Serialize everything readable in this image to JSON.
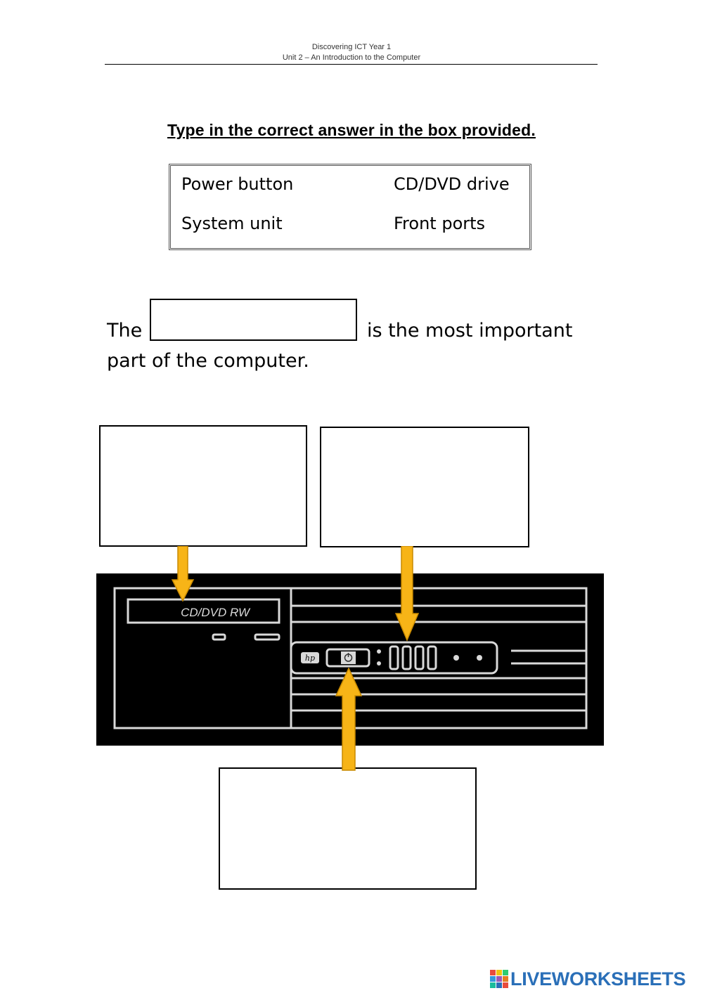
{
  "header": {
    "line1": "Discovering ICT Year 1",
    "line2": "Unit 2 – An Introduction to the Computer"
  },
  "instruction": "Type in the correct answer in the box provided.",
  "word_bank": [
    "Power button",
    "CD/DVD drive",
    "System unit",
    "Front ports"
  ],
  "sentence": {
    "before": "The",
    "after": "is the most important",
    "line2": "part of the computer."
  },
  "inputs": {
    "sentence_blank": "",
    "drive_box": "",
    "ports_box": "",
    "power_box": ""
  },
  "computer": {
    "drive_label": "CD/DVD RW",
    "brand": "hp"
  },
  "colors": {
    "arrow_fill": "#f7b417",
    "arrow_stroke": "#c98a00",
    "computer_body": "#000000",
    "computer_lines": "#d9d9d9",
    "watermark": "#2a6fb8"
  },
  "watermark": "LIVEWORKSHEETS"
}
